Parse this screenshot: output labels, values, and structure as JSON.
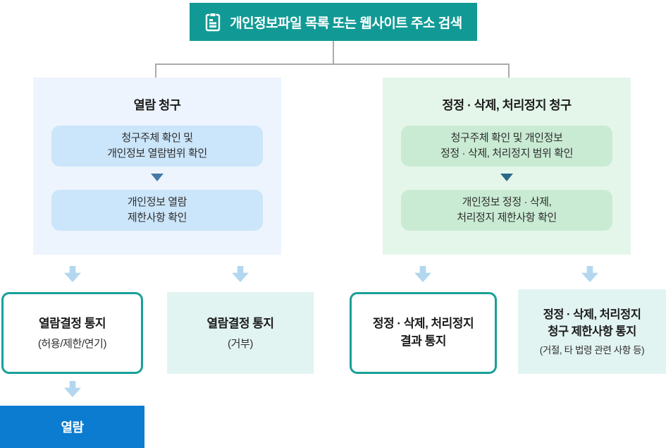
{
  "header": {
    "label": "개인정보파일 목록 또는 웹사이트 주소 검색",
    "icon": "clipboard-icon",
    "bg_color": "#119a95"
  },
  "panels": {
    "left": {
      "title": "열람 청구",
      "bg_color": "#edf4fd",
      "step_bg_color": "#cbe5fa",
      "arrow_color": "#4579a8",
      "steps": [
        {
          "line1": "청구주체 확인 및",
          "line2": "개인정보 열람범위 확인"
        },
        {
          "line1": "개인정보 열람",
          "line2": "제한사항 확인"
        }
      ]
    },
    "right": {
      "title": "정정 · 삭제, 처리정지 청구",
      "bg_color": "#e4f6ea",
      "step_bg_color": "#c9ebd3",
      "arrow_color": "#2e6787",
      "steps": [
        {
          "line1": "청구주체 확인 및 개인정보",
          "line2": "정정 · 삭제, 처리정지 범위 확인"
        },
        {
          "line1": "개인정보 정정 · 삭제,",
          "line2": "처리정지 제한사항 확인"
        }
      ]
    }
  },
  "results": [
    {
      "line1": "열람결정 통지",
      "note": "(허용/제한/연기)",
      "variant": "outlined"
    },
    {
      "line1": "열람결정 통지",
      "note": "(거부)",
      "variant": "tinted"
    },
    {
      "line1": "정정 · 삭제, 처리정지",
      "line2": "결과 통지",
      "variant": "outlined"
    },
    {
      "line1": "정정 · 삭제, 처리정지",
      "line2": "청구 제한사항 통지",
      "note": "(거절, 타 법령 관련 사항 등)",
      "variant": "tinted"
    }
  ],
  "final": {
    "label": "열람",
    "bg_color": "#0b7cd0"
  },
  "colors": {
    "header_teal": "#119a95",
    "outlined_border_teal": "#18a098",
    "tinted_mint": "#e2f4f1",
    "block_arrow_blue": "#b3d7ef",
    "connector_gray": "#ababab",
    "final_blue": "#0b7cd0"
  }
}
